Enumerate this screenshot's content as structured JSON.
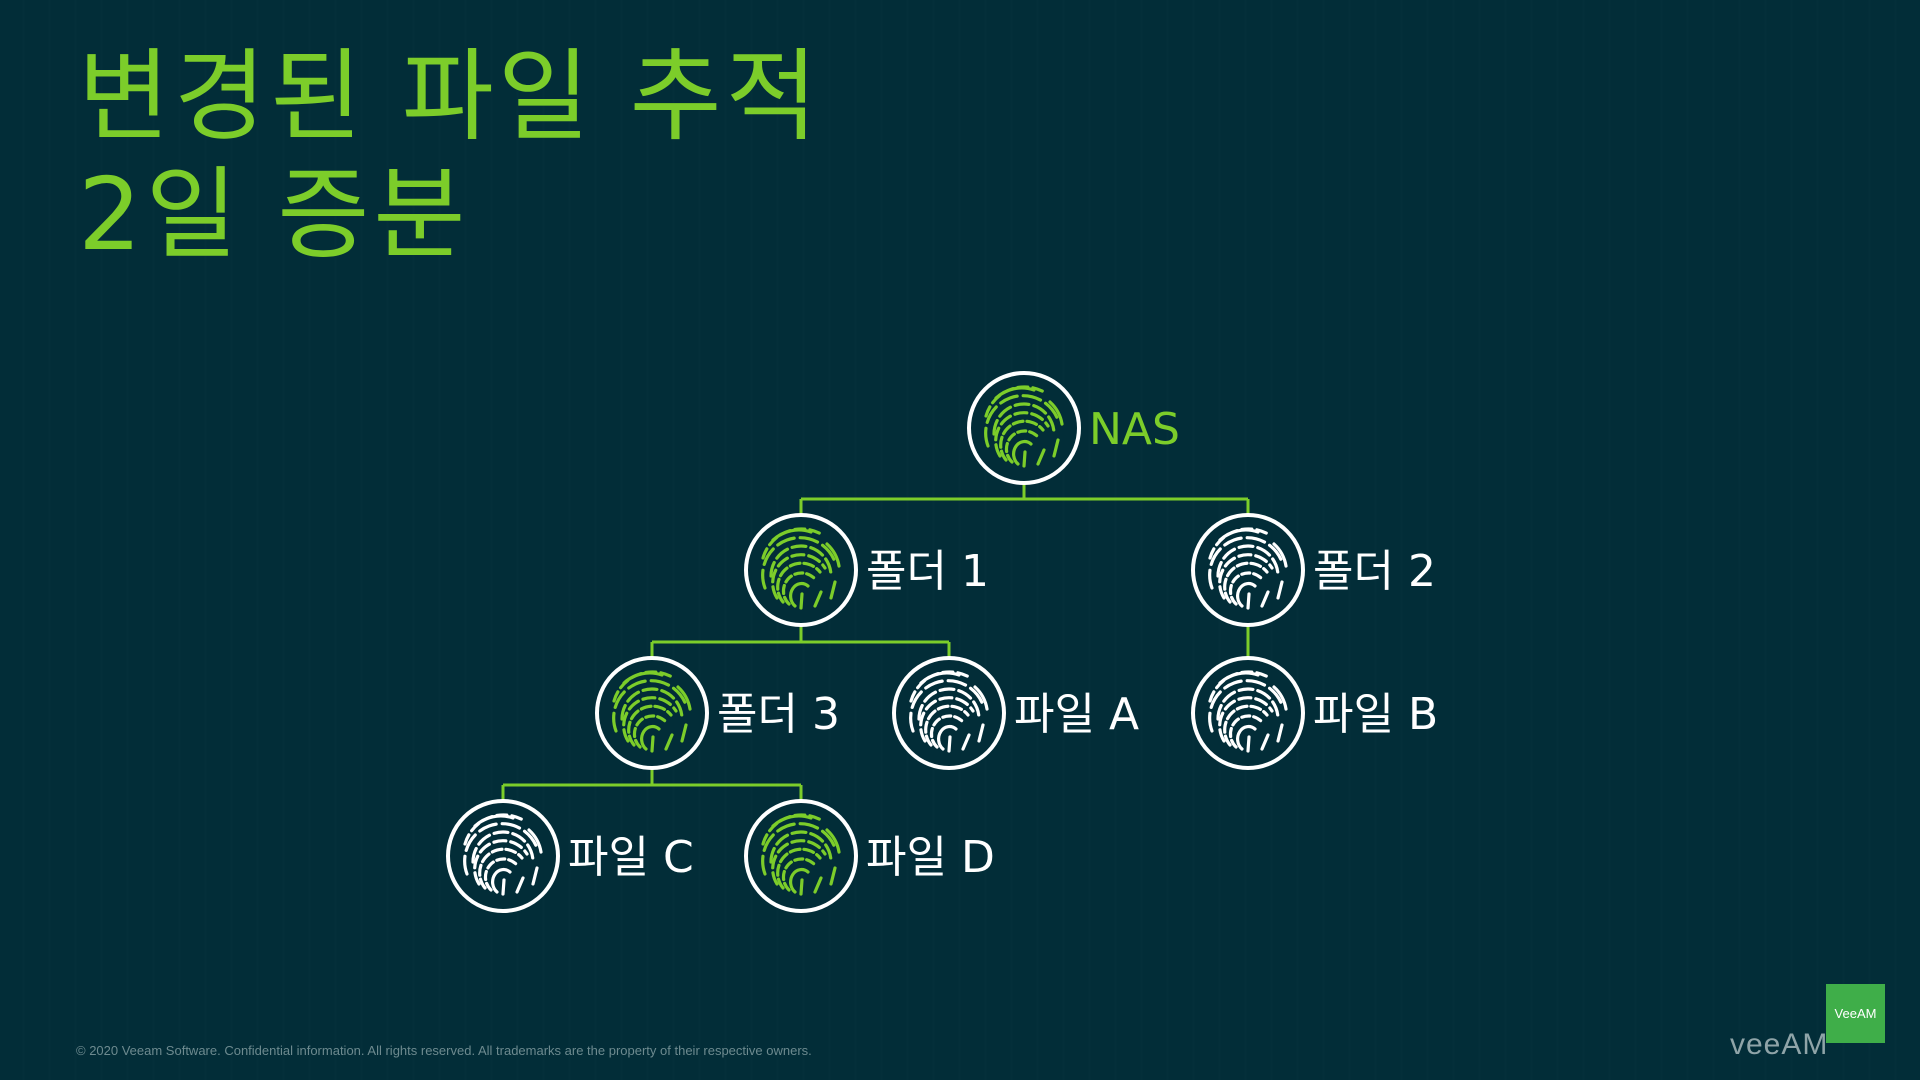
{
  "title": {
    "line1": "변경된 파일 추적",
    "line2": "2일 증분"
  },
  "colors": {
    "background": "#022d38",
    "accent": "#7ccd2a",
    "changed": "#7ccd2a",
    "unchanged": "#ffffff",
    "connector": "#7ccd2a"
  },
  "tree": {
    "nodes": [
      {
        "id": "nas",
        "label": "NAS",
        "changed": true,
        "icon": "fingerprint-icon"
      },
      {
        "id": "folder1",
        "label": "폴더 1",
        "changed": true,
        "icon": "fingerprint-icon"
      },
      {
        "id": "folder2",
        "label": "폴더 2",
        "changed": false,
        "icon": "fingerprint-icon"
      },
      {
        "id": "folder3",
        "label": "폴더 3",
        "changed": true,
        "icon": "fingerprint-icon"
      },
      {
        "id": "fileA",
        "label": "파일 A",
        "changed": false,
        "icon": "fingerprint-icon"
      },
      {
        "id": "fileB",
        "label": "파일 B",
        "changed": false,
        "icon": "fingerprint-icon"
      },
      {
        "id": "fileC",
        "label": "파일 C",
        "changed": false,
        "icon": "fingerprint-icon"
      },
      {
        "id": "fileD",
        "label": "파일 D",
        "changed": true,
        "icon": "fingerprint-icon"
      }
    ],
    "edges": [
      {
        "from": "nas",
        "to": "folder1"
      },
      {
        "from": "nas",
        "to": "folder2"
      },
      {
        "from": "folder1",
        "to": "folder3"
      },
      {
        "from": "folder1",
        "to": "fileA"
      },
      {
        "from": "folder2",
        "to": "fileB"
      },
      {
        "from": "folder3",
        "to": "fileC"
      },
      {
        "from": "folder3",
        "to": "fileD"
      }
    ]
  },
  "footer": {
    "copyright": "© 2020 Veeam Software. Confidential information. All rights reserved. All trademarks are the property of their respective owners."
  },
  "logo": {
    "box_text": "VeeAM",
    "word": "veeAM"
  }
}
